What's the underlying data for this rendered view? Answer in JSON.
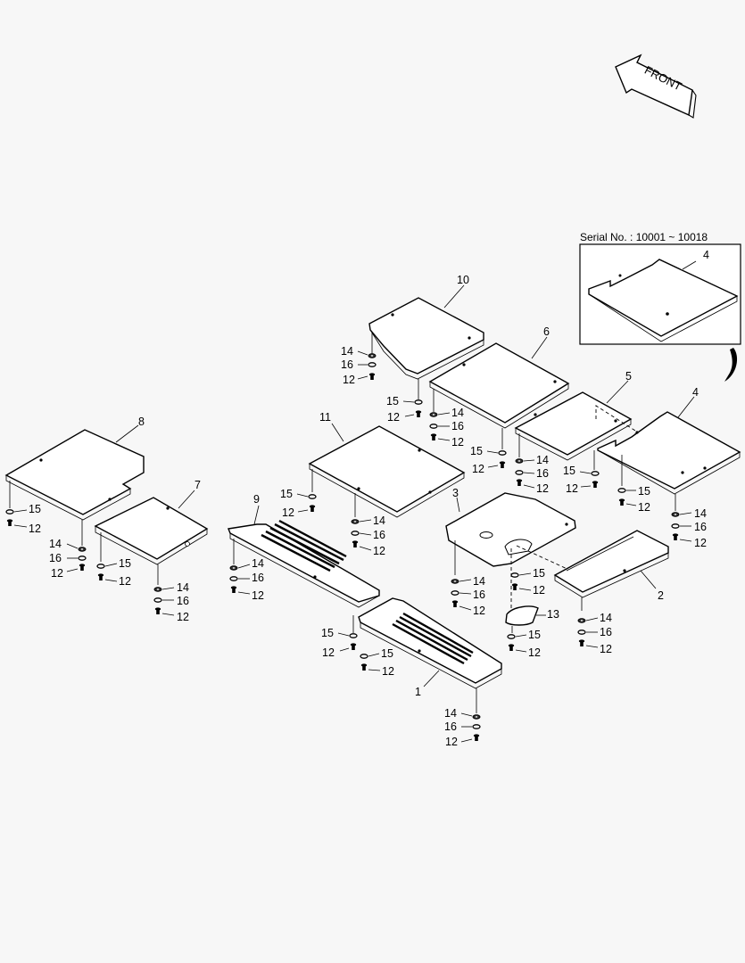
{
  "front_label": "FRONT",
  "serial_note": "Serial No. : 10001 ~ 10018",
  "parts": {
    "p1": "1",
    "p2": "2",
    "p3": "3",
    "p4": "4",
    "p4_inset": "4",
    "p5": "5",
    "p6": "6",
    "p7": "7",
    "p8": "8",
    "p9": "9",
    "p10": "10",
    "p11": "11",
    "p13": "13"
  },
  "hardware": {
    "bolt": "12",
    "washer_a": "14",
    "washer_b": "15",
    "washer_c": "16"
  }
}
